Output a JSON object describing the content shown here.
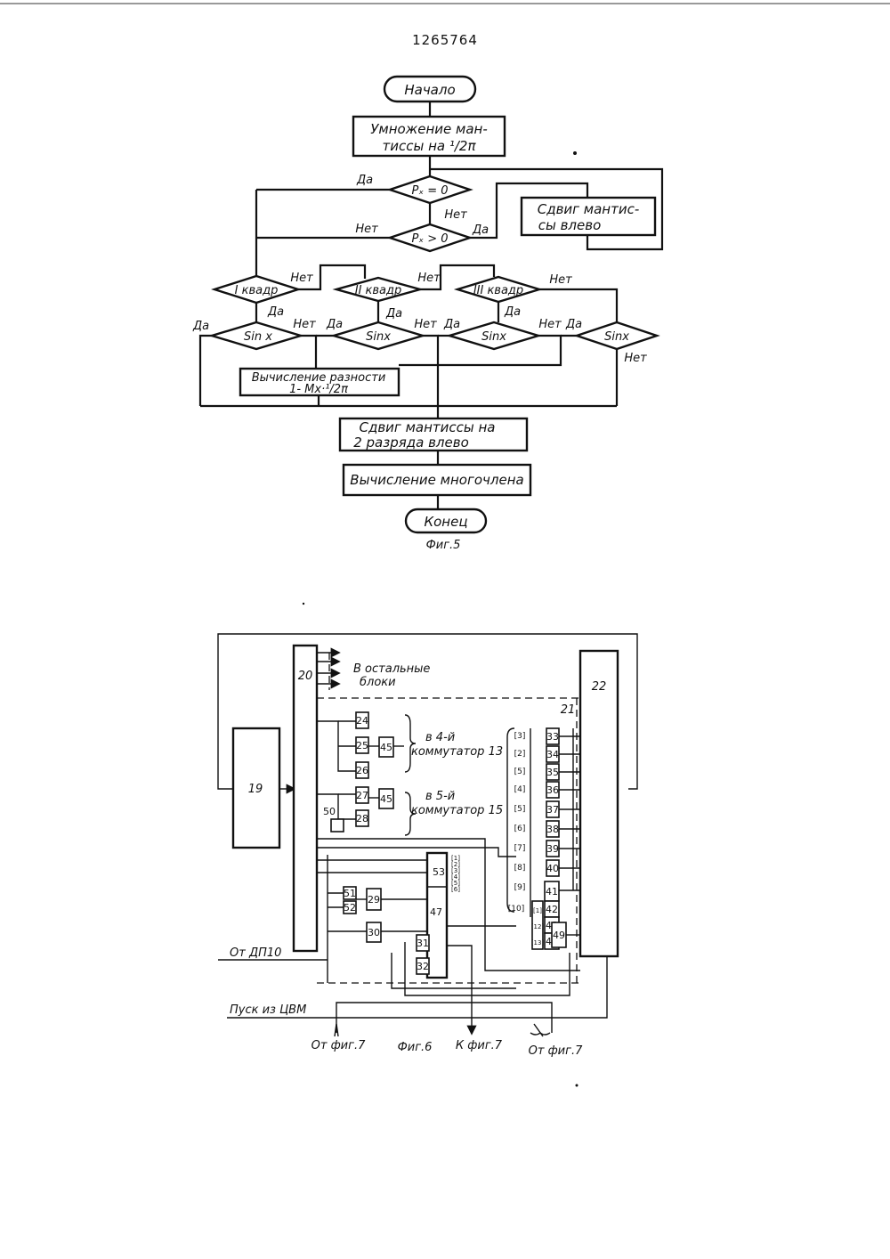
{
  "patent_number": "1265764",
  "fig5": {
    "start": "Начало",
    "multiply_line1": "Умножение  ман-",
    "multiply_line2": "тиссы  на  ¹/2π",
    "px_zero": "Pₓ = 0",
    "px_pos": "Pₓ > 0",
    "shift_left_line1": "Сдвиг  мантис-",
    "shift_left_line2": "сы влево",
    "q1": "I квадр",
    "q2": "II квадр",
    "q3": "III квадр",
    "sin_1": "Sin x",
    "sin_2": "Sinx",
    "sin_3": "Sinx",
    "sin_4": "Sinx",
    "yes": "Да",
    "no": "Нет",
    "diff_line1": "Вычисление разности",
    "diff_line2": "1- Mx·¹/2π",
    "shift2_line1": "Сдвиг  мантиссы  на",
    "shift2_line2": "2 разряда  влево",
    "poly": "Вычисление многочлена",
    "end": "Конец",
    "caption": "Фиг.5"
  },
  "fig6": {
    "blocks": {
      "b19": "19",
      "b20": "20",
      "b21": "21",
      "b22": "22",
      "b24": "24",
      "b25": "25",
      "b26": "26",
      "b27": "27",
      "b28": "28",
      "b45a": "45",
      "b45b": "45",
      "b50": "50",
      "b51": "51",
      "b52": "52",
      "b29": "29",
      "b30": "30",
      "b31": "31",
      "b32": "32",
      "b47": "47",
      "b53": "53",
      "b33": "33",
      "b34": "34",
      "b35": "35",
      "b36": "36",
      "b37": "37",
      "b38": "38",
      "b39": "39",
      "b40": "40",
      "b41": "41",
      "b42": "42",
      "b43": "43",
      "b44": "44",
      "b49": "49"
    },
    "inputs_left": [
      "[3]",
      "[2]",
      "[5]",
      "[4]",
      "[5]",
      "[6]",
      "[7]",
      "[8]",
      "[9]",
      "[10]"
    ],
    "inputs_small": [
      "[1]",
      "[12]",
      "[13]"
    ],
    "inputs_53": [
      "[1]",
      "[2]",
      "[3]",
      "[4]",
      "[5]",
      "[6]"
    ],
    "label_other_blocks_1": "В остальные",
    "label_other_blocks_2": "блоки",
    "label_comm4_1": "в  4-й",
    "label_comm4_2": "коммутатор 13",
    "label_comm5_1": "в  5-й",
    "label_comm5_2": "коммутатор 15",
    "label_from_dp": "От ДП10",
    "label_start": "Пуск  из ЦВМ",
    "label_from_fig7_left": "От фиг.7",
    "label_caption": "Фиг.6",
    "label_to_fig7": "К фиг.7",
    "label_from_fig7_right": "От фиг.7"
  }
}
